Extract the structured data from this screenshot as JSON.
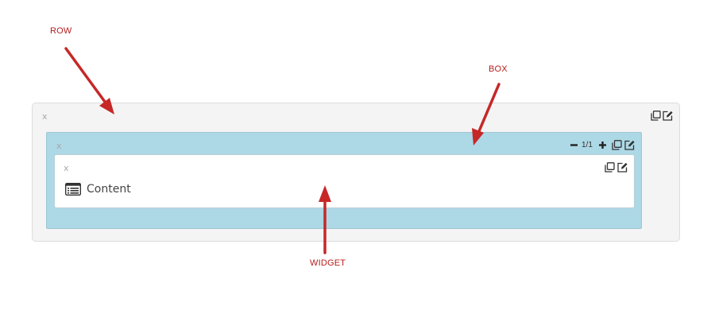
{
  "annotations": {
    "row": "ROW",
    "box": "BOX",
    "widget": "WIDGET"
  },
  "row": {
    "close": "x",
    "icons": [
      "copy-icon",
      "edit-icon"
    ]
  },
  "box": {
    "close": "x",
    "counter": "1/1",
    "icons": [
      "minus-icon",
      "plus-icon",
      "copy-icon",
      "edit-icon"
    ]
  },
  "widget": {
    "close": "x",
    "content_label": "Content",
    "icons": [
      "list-icon",
      "copy-icon",
      "edit-icon"
    ]
  },
  "colors": {
    "annotation": "#b71c1c",
    "row_bg": "#f4f4f4",
    "box_bg": "#add8e6",
    "widget_bg": "#ffffff"
  }
}
